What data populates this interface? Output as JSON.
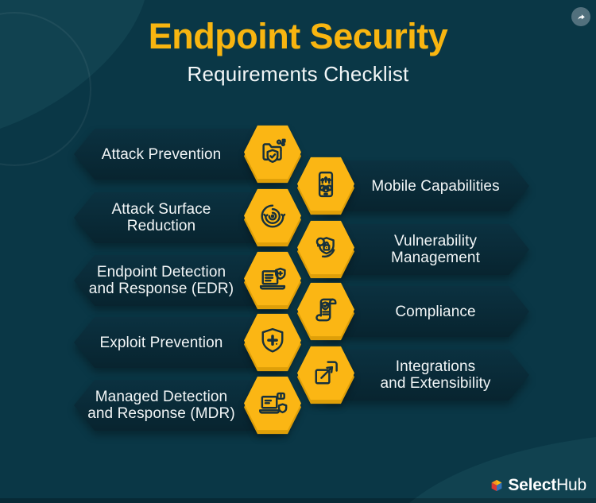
{
  "header": {
    "title": "Endpoint Security",
    "subtitle": "Requirements Checklist"
  },
  "share": {
    "icon": "share-arrow-icon"
  },
  "checklist": {
    "left": [
      {
        "label": "Attack Prevention",
        "icon": "attack-prevention-icon"
      },
      {
        "label": "Attack Surface\nReduction",
        "icon": "attack-surface-reduction-icon"
      },
      {
        "label": "Endpoint Detection\nand Response (EDR)",
        "icon": "edr-laptop-shield-icon"
      },
      {
        "label": "Exploit Prevention",
        "icon": "exploit-prevention-shield-icon"
      },
      {
        "label": "Managed Detection\nand Response (MDR)",
        "icon": "mdr-laptop-alert-icon"
      }
    ],
    "right": [
      {
        "label": "Mobile Capabilities",
        "icon": "mobile-capabilities-icon"
      },
      {
        "label": "Vulnerability\nManagement",
        "icon": "vulnerability-management-icon"
      },
      {
        "label": "Compliance",
        "icon": "compliance-scroll-icon"
      },
      {
        "label": "Integrations\nand Extensibility",
        "icon": "integrations-extensibility-icon"
      }
    ]
  },
  "footer": {
    "brand_bold": "Select",
    "brand_light": "Hub"
  },
  "colors": {
    "background": "#0a3746",
    "wave": "#114250",
    "bar": "#092a37",
    "hex_yellow": "#fbb614",
    "hex_shadow_yellow": "#df9f08",
    "title_yellow": "#f8b510",
    "text_white": "#f2f6f7",
    "icon_stroke": "#16303c",
    "share_circle": "#52707d",
    "logo_orange": "#f7931e",
    "logo_yellow": "#fdb813",
    "logo_red": "#db3832",
    "logo_blue": "#3273b9"
  }
}
